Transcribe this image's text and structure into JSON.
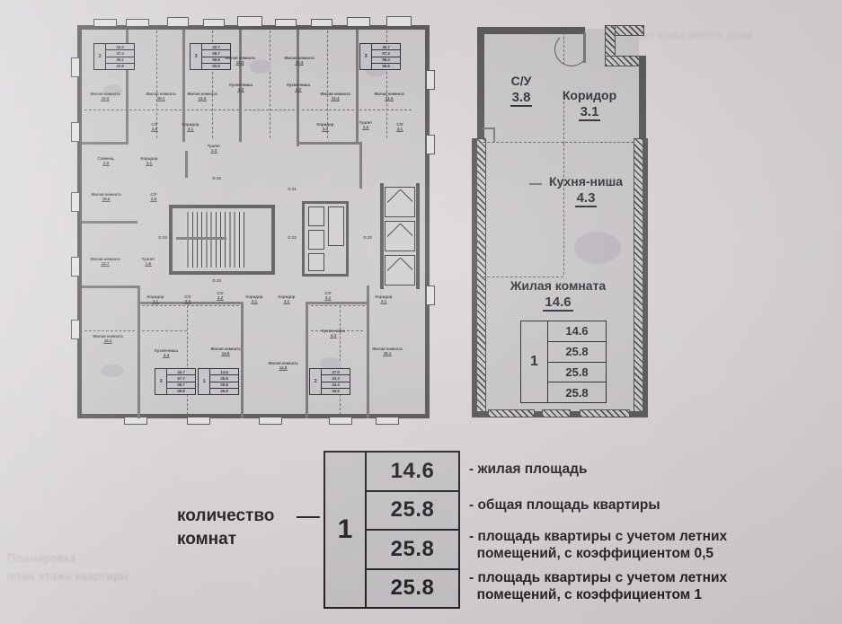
{
  "document": {
    "type": "Планировка квартиры",
    "bleed_text_left": "Планировка\nплан этажа квартиры",
    "bleed_text_right": "план этажа жилого дома"
  },
  "apartment_detail": {
    "rooms": [
      {
        "name": "С/У",
        "area": "3.8"
      },
      {
        "name": "Коридор",
        "area": "3.1"
      },
      {
        "name": "Кухня-ниша",
        "area": "4.3"
      },
      {
        "name": "Жилая комната",
        "area": "14.6"
      }
    ],
    "summary_table": {
      "rooms_count": "1",
      "values": [
        "14.6",
        "25.8",
        "25.8",
        "25.8"
      ]
    }
  },
  "floor_plan": {
    "title": "План этажа",
    "units": [
      {
        "rooms": "2",
        "values": [
          "20.0",
          "37.4",
          "39.1",
          "40.8"
        ]
      },
      {
        "rooms": "3",
        "values": [
          "42.7",
          "58.7",
          "59.8",
          "60.9"
        ]
      },
      {
        "rooms": "3",
        "values": [
          "40.7",
          "57.3",
          "58.4",
          "59.5"
        ]
      },
      {
        "rooms": "3",
        "values": [
          "42.7",
          "57.7",
          "58.7",
          "59.8"
        ]
      },
      {
        "rooms": "1",
        "values": [
          "14.6",
          "25.8",
          "25.8",
          "25.8"
        ]
      },
      {
        "rooms": "2",
        "values": [
          "27.0",
          "43.3",
          "44.4",
          "45.5"
        ]
      }
    ],
    "labels": [
      {
        "name": "Жилая комната",
        "area": "13.6"
      },
      {
        "name": "Жилая комната",
        "area": "19.1"
      },
      {
        "name": "Жилая комната",
        "area": "13.4"
      },
      {
        "name": "Жилая комната",
        "area": "13.3"
      },
      {
        "name": "Жилая комната",
        "area": "13.3"
      },
      {
        "name": "Жилая комната",
        "area": "13.4"
      },
      {
        "name": "Жилая комната",
        "area": "13.4"
      },
      {
        "name": "Кухня-ниша",
        "area": "4.3"
      },
      {
        "name": "Кухня-ниша",
        "area": "4.2"
      },
      {
        "name": "С/У",
        "area": "3.8"
      },
      {
        "name": "Коридор",
        "area": "3.1"
      },
      {
        "name": "Коридор",
        "area": "3.1"
      },
      {
        "name": "Туалет",
        "area": "1.3"
      },
      {
        "name": "Туалет",
        "area": "1.3"
      },
      {
        "name": "С/У",
        "area": "3.1"
      },
      {
        "name": "Совмещ.",
        "area": "3.5"
      },
      {
        "name": "Коридор",
        "area": "3.1"
      },
      {
        "name": "Жилая комната",
        "area": "19.6"
      },
      {
        "name": "С/У",
        "area": "3.5"
      },
      {
        "name": "Туалет",
        "area": "1.6"
      },
      {
        "name": "Жилая комната",
        "area": "13.7"
      },
      {
        "name": "Коридор",
        "area": "3.1"
      },
      {
        "name": "С/У",
        "area": "3.5"
      },
      {
        "name": "С/У",
        "area": "3.3"
      },
      {
        "name": "Коридор",
        "area": "3.1"
      },
      {
        "name": "Коридор",
        "area": "3.1"
      },
      {
        "name": "С/У",
        "area": "3.1"
      },
      {
        "name": "Коридор",
        "area": "3.1"
      },
      {
        "name": "Жилая комната",
        "area": "19.2"
      },
      {
        "name": "Кухня-ниша",
        "area": "4.4"
      },
      {
        "name": "Жилая комната",
        "area": "14.6"
      },
      {
        "name": "Жилая комната",
        "area": "14.8"
      },
      {
        "name": "Кухня-ниша",
        "area": "4.3"
      },
      {
        "name": "Жилая комната",
        "area": "16.1"
      }
    ],
    "core_labels": [
      "О 23",
      "О 23",
      "О 23",
      "О 22",
      "О 22",
      "О 21"
    ]
  },
  "legend": {
    "rooms_caption": "количество\nкомнат",
    "rooms_count": "1",
    "values": [
      "14.6",
      "25.8",
      "25.8",
      "25.8"
    ],
    "descriptions": [
      "- жилая площадь",
      "- общая площадь квартиры",
      "- площадь квартиры с учетом летних\n  помещений, с коэффициентом 0,5",
      "- площадь квартиры с учетом летних\n  помещений, с коэффициентом 1"
    ]
  },
  "colors": {
    "paper": "#dbd6da",
    "room_fill": "#c9c5ca",
    "wall": "#4a464b",
    "ink": "#17141a"
  }
}
